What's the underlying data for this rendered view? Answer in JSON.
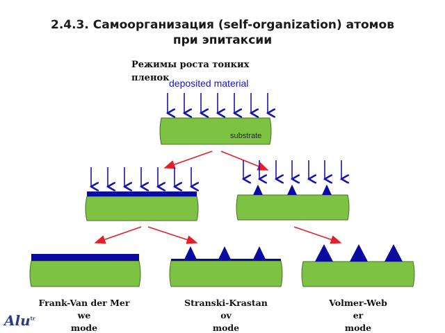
{
  "title_line1": "2.4.3. Самоорганизация (self-organization) атомов",
  "title_line2": "при эпитаксии",
  "subtitle": "Режимы роста тонких пленок",
  "deposited_label": "deposited material",
  "substrate_label": "substrate",
  "modes": [
    {
      "line1": "Frank-Van der Mer",
      "line2": "we",
      "line3": "mode"
    },
    {
      "line1": "Stranski-Krastan",
      "line2": "ov",
      "line3": "mode"
    },
    {
      "line1": "Volmer-Web",
      "line2": "er",
      "line3": "mode"
    }
  ],
  "logo_text": "Alu",
  "logo_sup": "tr",
  "colors": {
    "substrate": "#7dc242",
    "film": "#0a0aa0",
    "arrow_blue": "#1414b4",
    "arrow_red": "#e61e28",
    "border": "#4a6e2a"
  }
}
